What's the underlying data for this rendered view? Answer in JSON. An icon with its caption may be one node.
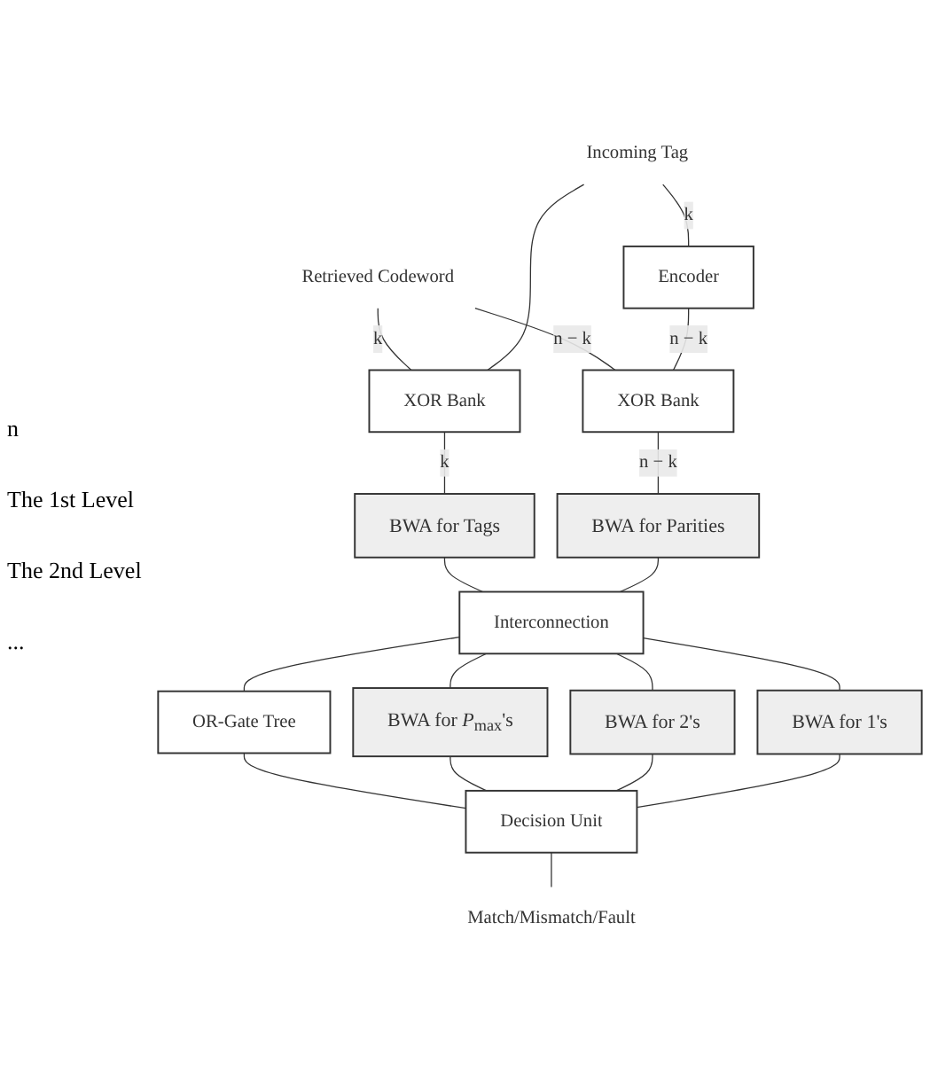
{
  "diagram": {
    "nodes": [
      {
        "text": [
          "Retrieved Codeword"
        ]
      },
      {
        "text": [
          "Incoming Tag"
        ]
      },
      {
        "text": [
          "XOR Bank"
        ]
      },
      {
        "text": [
          "Encoder"
        ]
      },
      {
        "text": [
          "BWA for Tags"
        ]
      },
      {
        "text": [
          "XOR Bank"
        ]
      },
      {
        "text": [
          "BWA for Parities"
        ]
      },
      {
        "text": [
          "Interconnection"
        ]
      },
      {
        "text": [
          "OR-Gate Tree"
        ]
      },
      {
        "text": [
          "BWA for *P*$_{max}$'s"
        ]
      },
      {
        "text": [
          "BWA for 2's"
        ]
      },
      {
        "text": [
          "BWA for 1's"
        ]
      },
      {
        "text": [
          "Decision Unit"
        ]
      },
      {
        "text": [
          "Match/Mismatch/Fault"
        ]
      }
    ],
    "edges": [
      {
        "from": 0,
        "to": 2,
        "label": "k",
        "arrow": "none"
      },
      {
        "from": 0,
        "to": 5,
        "label": "n − k",
        "arrow": "none"
      },
      {
        "from": 1,
        "to": 2,
        "arrow": "none"
      },
      {
        "from": 1,
        "to": 3,
        "label": "k",
        "arrow": "none"
      },
      {
        "from": 3,
        "to": 5,
        "label": "n − k",
        "arrow": "none"
      },
      {
        "from": 2,
        "to": 4,
        "label": "k",
        "arrow": "none"
      },
      {
        "from": 5,
        "to": 6,
        "label": "n − k",
        "arrow": "none"
      },
      {
        "from": 4,
        "to": 7,
        "arrow": "none"
      },
      {
        "from": 6,
        "to": 7,
        "arrow": "none"
      },
      {
        "from": 7,
        "to": 8,
        "arrow": "none"
      },
      {
        "from": 7,
        "to": 9,
        "arrow": "none"
      },
      {
        "from": 7,
        "to": 10,
        "arrow": "none"
      },
      {
        "from": 7,
        "to": 11,
        "arrow": "none"
      },
      {
        "from": 8,
        "to": 12,
        "arrow": "none"
      },
      {
        "from": 9,
        "to": 12,
        "arrow": "none"
      },
      {
        "from": 10,
        "to": 12,
        "arrow": "none"
      },
      {
        "from": 11,
        "to": 12,
        "arrow": "none"
      },
      {
        "from": 12,
        "to": 13,
        "arrow": "none"
      }
    ],
    "labels": [
      "n",
      "The 1st Level",
      "The 2nd Level",
      "..."
    ]
  }
}
